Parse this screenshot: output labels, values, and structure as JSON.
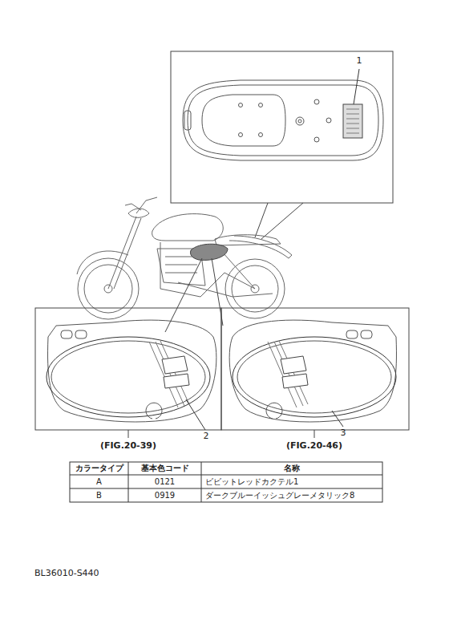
{
  "diagram": {
    "labels": [
      "1",
      "2",
      "3",
      "(FIG.20-39)",
      "(FIG.20-46)",
      "カラータイプ",
      "基本色コード",
      "名称",
      "A",
      "0121",
      "ビビットレッドカクテル1",
      "B",
      "0919",
      "ダークブルーイッシュグレーメタリック8",
      "BL36010-S440"
    ]
  }
}
